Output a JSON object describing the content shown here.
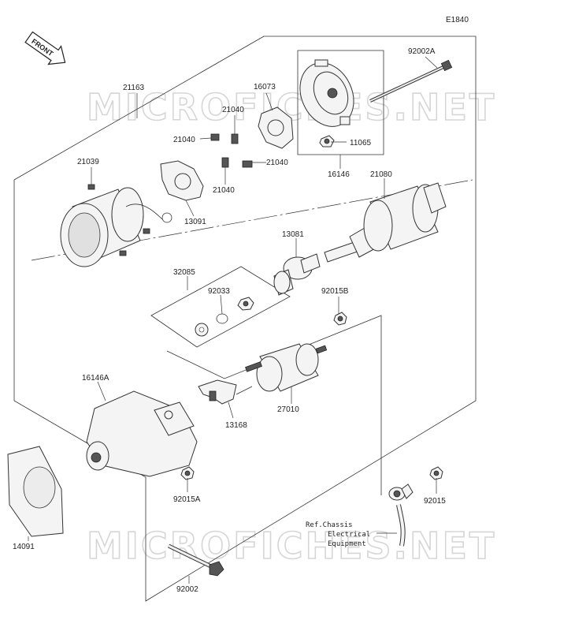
{
  "diagram_code": "E1840",
  "front_label": "FRONT",
  "watermark": "MICROFICHES.NET",
  "reference_note": [
    "Ref.Chassis",
    "Electrical",
    "Equipment"
  ],
  "part_numbers": {
    "p21163": "21163",
    "p92002A": "92002A",
    "p16073": "16073",
    "p21040_a": "21040",
    "p21040_b": "21040",
    "p21040_c": "21040",
    "p21040_d": "21040",
    "p21039": "21039",
    "p11065": "11065",
    "p16146": "16146",
    "p21080": "21080",
    "p13091": "13091",
    "p13081": "13081",
    "p32085": "32085",
    "p92033": "92033",
    "p92015B": "92015B",
    "p16146A": "16146A",
    "p27010": "27010",
    "p13168": "13168",
    "p92015A": "92015A",
    "p92015": "92015",
    "p14091": "14091",
    "p92002": "92002"
  }
}
